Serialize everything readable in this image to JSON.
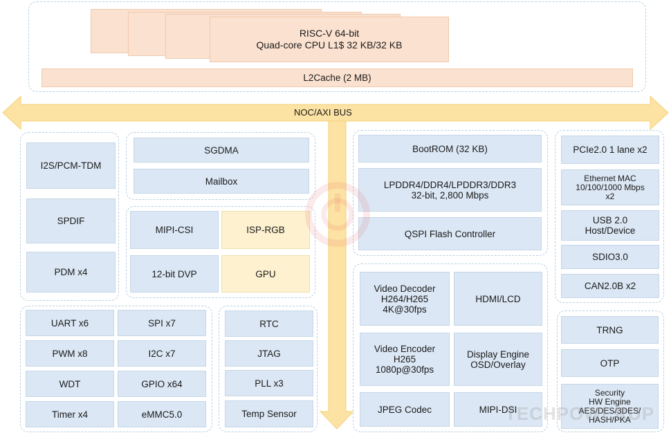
{
  "cpu": {
    "label": "RISC-V 64-bit\nQuad-core CPU L1$ 32 KB/32 KB",
    "l2": "L2Cache (2 MB)"
  },
  "bus": {
    "label": "NOC/AXI BUS"
  },
  "audio": [
    "I2S/PCM-TDM",
    "SPDIF",
    "PDM x4"
  ],
  "dma": [
    "SGDMA",
    "Mailbox"
  ],
  "media_in": [
    "MIPI-CSI",
    "ISP-RGB",
    "12-bit DVP",
    "GPU"
  ],
  "peripherals": [
    "UART x6",
    "SPI x7",
    "PWM x8",
    "I2C x7",
    "WDT",
    "GPIO x64",
    "Timer x4",
    "eMMC5.0"
  ],
  "system": [
    "RTC",
    "JTAG",
    "PLL x3",
    "Temp Sensor"
  ],
  "memory": [
    "BootROM (32 KB)",
    "LPDDR4/DDR4/LPDDR3/DDR3\n32-bit, 2,800 Mbps",
    "QSPI Flash Controller"
  ],
  "video": [
    "Video Decoder\nH264/H265\n4K@30fps",
    "HDMI/LCD",
    "Video Encoder\nH265\n1080p@30fps",
    "Display Engine\nOSD/Overlay",
    "JPEG Codec",
    "MIPI-DSI"
  ],
  "interfaces": [
    "PCIe2.0 1 lane x2",
    "Ethernet MAC\n10/100/1000 Mbps\nx2",
    "USB 2.0\nHost/Device",
    "SDIO3.0",
    "CAN2.0B x2"
  ],
  "security": [
    "TRNG",
    "OTP",
    "Security\nHW Engine\nAES/DES/3DES/\nHASH/PKA"
  ],
  "watermark": "TECHPOWERUP",
  "colors": {
    "block": "#dbe7f4",
    "cpu": "#fbe1cf",
    "highlight": "#fdf1cf",
    "bus": "#fce3a3"
  }
}
